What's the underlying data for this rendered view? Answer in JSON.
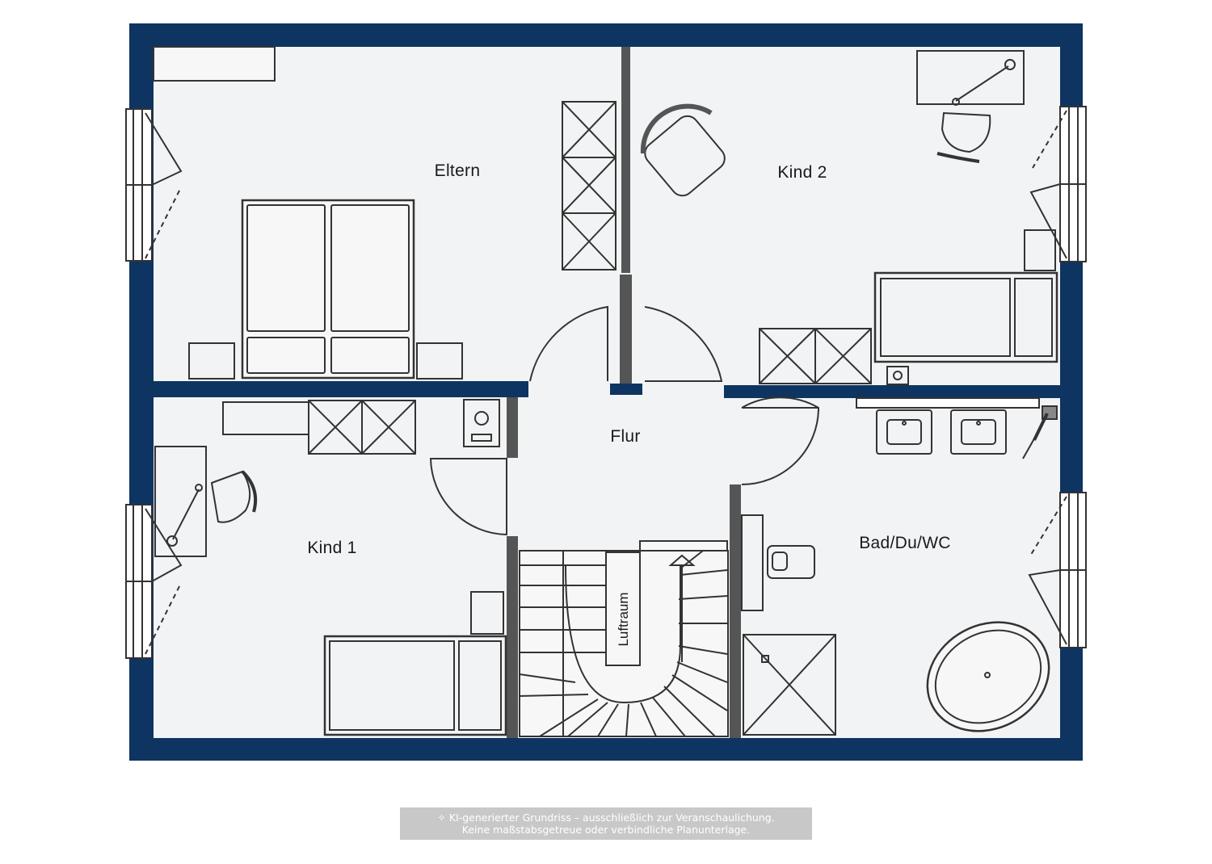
{
  "rooms": {
    "eltern": "Eltern",
    "kind2": "Kind 2",
    "flur": "Flur",
    "kind1": "Kind 1",
    "bad": "Bad/Du/WC",
    "luftraum": "Luftraum"
  },
  "disclaimer": {
    "icon": "sparkle-icon",
    "line1": "KI-generierter Grundriss – ausschließlich zur Veranschaulichung.",
    "line2": "Keine maßstabsgetreue oder verbindliche Planunterlage."
  },
  "colors": {
    "wall": "#0e3461",
    "floor": "#f2f3f4",
    "line": "#333333",
    "disclaimer_bg": "#c8c8c8"
  }
}
